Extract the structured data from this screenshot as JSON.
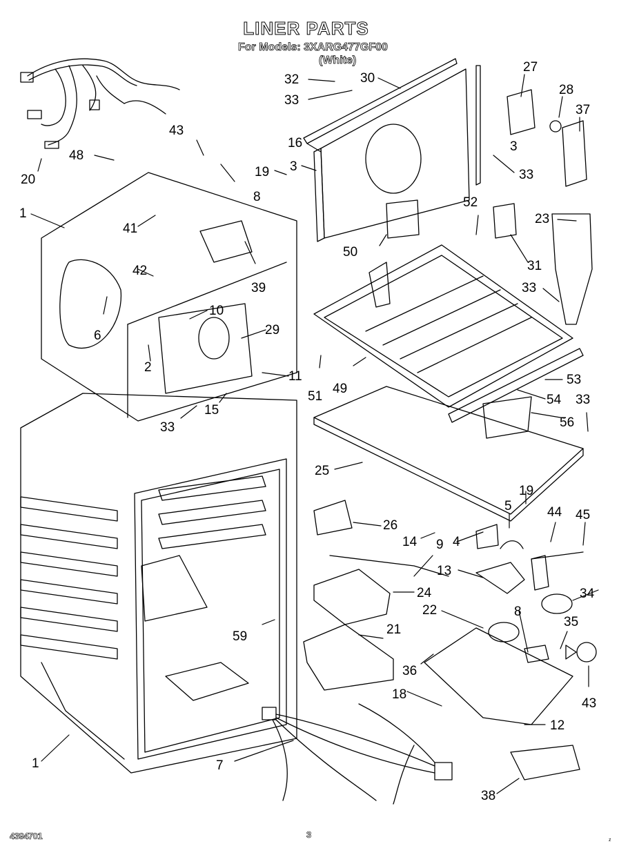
{
  "header": {
    "title": "LINER PARTS",
    "models": "For Models: 3XARG477GF00",
    "color": "(White)"
  },
  "footer": {
    "doc_number": "4394701",
    "page_number": "3",
    "mark": "z"
  },
  "callouts": [
    {
      "id": "c1",
      "num": "32"
    },
    {
      "id": "c2",
      "num": "30"
    },
    {
      "id": "c3",
      "num": "33"
    },
    {
      "id": "c4",
      "num": "27"
    },
    {
      "id": "c5",
      "num": "28"
    },
    {
      "id": "c6",
      "num": "37"
    },
    {
      "id": "c7",
      "num": "16"
    },
    {
      "id": "c8",
      "num": "3"
    },
    {
      "id": "c9",
      "num": "3"
    },
    {
      "id": "c10",
      "num": "33"
    },
    {
      "id": "c11",
      "num": "19"
    },
    {
      "id": "c12",
      "num": "43"
    },
    {
      "id": "c13",
      "num": "8"
    },
    {
      "id": "c14",
      "num": "48"
    },
    {
      "id": "c15",
      "num": "20"
    },
    {
      "id": "c16",
      "num": "1"
    },
    {
      "id": "c17",
      "num": "41"
    },
    {
      "id": "c18",
      "num": "42"
    },
    {
      "id": "c19",
      "num": "39"
    },
    {
      "id": "c20",
      "num": "52"
    },
    {
      "id": "c21",
      "num": "23"
    },
    {
      "id": "c22",
      "num": "31"
    },
    {
      "id": "c23",
      "num": "50"
    },
    {
      "id": "c24",
      "num": "33"
    },
    {
      "id": "c25",
      "num": "10"
    },
    {
      "id": "c26",
      "num": "29"
    },
    {
      "id": "c27",
      "num": "6"
    },
    {
      "id": "c28",
      "num": "2"
    },
    {
      "id": "c29",
      "num": "11"
    },
    {
      "id": "c30",
      "num": "51"
    },
    {
      "id": "c31",
      "num": "49"
    },
    {
      "id": "c32",
      "num": "53"
    },
    {
      "id": "c33",
      "num": "54"
    },
    {
      "id": "c34",
      "num": "33"
    },
    {
      "id": "c35",
      "num": "56"
    },
    {
      "id": "c36",
      "num": "33"
    },
    {
      "id": "c37",
      "num": "15"
    },
    {
      "id": "c38",
      "num": "25"
    },
    {
      "id": "c39",
      "num": "19"
    },
    {
      "id": "c40",
      "num": "26"
    },
    {
      "id": "c41",
      "num": "5"
    },
    {
      "id": "c42",
      "num": "14"
    },
    {
      "id": "c43",
      "num": "4"
    },
    {
      "id": "c44",
      "num": "44"
    },
    {
      "id": "c45",
      "num": "45"
    },
    {
      "id": "c46",
      "num": "9"
    },
    {
      "id": "c47",
      "num": "13"
    },
    {
      "id": "c48",
      "num": "24"
    },
    {
      "id": "c49",
      "num": "34"
    },
    {
      "id": "c50",
      "num": "22"
    },
    {
      "id": "c51",
      "num": "8"
    },
    {
      "id": "c52",
      "num": "35"
    },
    {
      "id": "c53",
      "num": "21"
    },
    {
      "id": "c54",
      "num": "59"
    },
    {
      "id": "c55",
      "num": "36"
    },
    {
      "id": "c56",
      "num": "43"
    },
    {
      "id": "c57",
      "num": "18"
    },
    {
      "id": "c58",
      "num": "12"
    },
    {
      "id": "c59",
      "num": "1"
    },
    {
      "id": "c60",
      "num": "7"
    },
    {
      "id": "c61",
      "num": "38"
    }
  ]
}
